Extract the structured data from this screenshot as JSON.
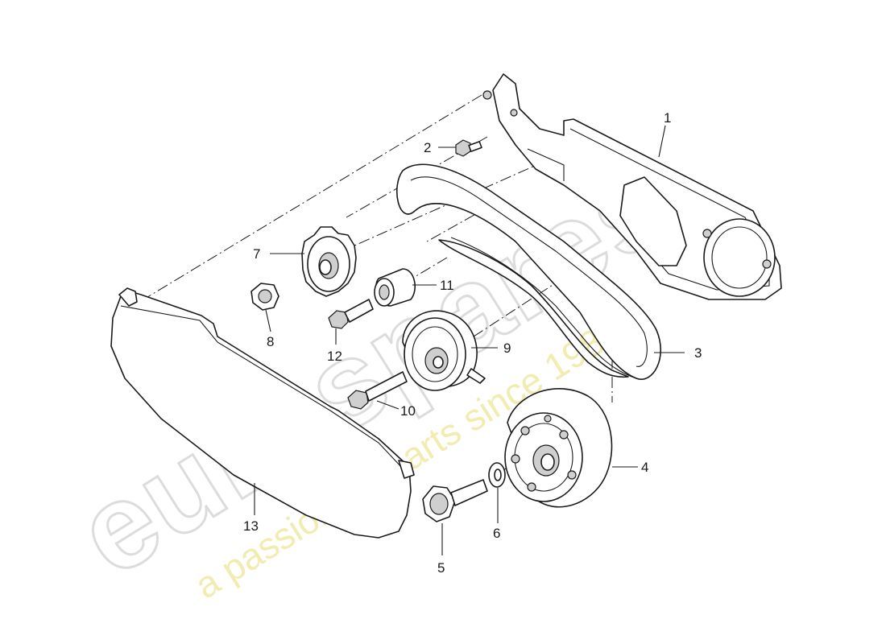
{
  "watermark": {
    "brand": "eurospares",
    "tagline": "a passion for parts since 1985"
  },
  "callouts": [
    {
      "id": "1",
      "label": "1"
    },
    {
      "id": "2",
      "label": "2"
    },
    {
      "id": "3",
      "label": "3"
    },
    {
      "id": "4",
      "label": "4"
    },
    {
      "id": "5",
      "label": "5"
    },
    {
      "id": "6",
      "label": "6"
    },
    {
      "id": "7",
      "label": "7"
    },
    {
      "id": "8",
      "label": "8"
    },
    {
      "id": "9",
      "label": "9"
    },
    {
      "id": "10",
      "label": "10"
    },
    {
      "id": "11",
      "label": "11"
    },
    {
      "id": "12",
      "label": "12"
    },
    {
      "id": "13",
      "label": "13"
    }
  ]
}
